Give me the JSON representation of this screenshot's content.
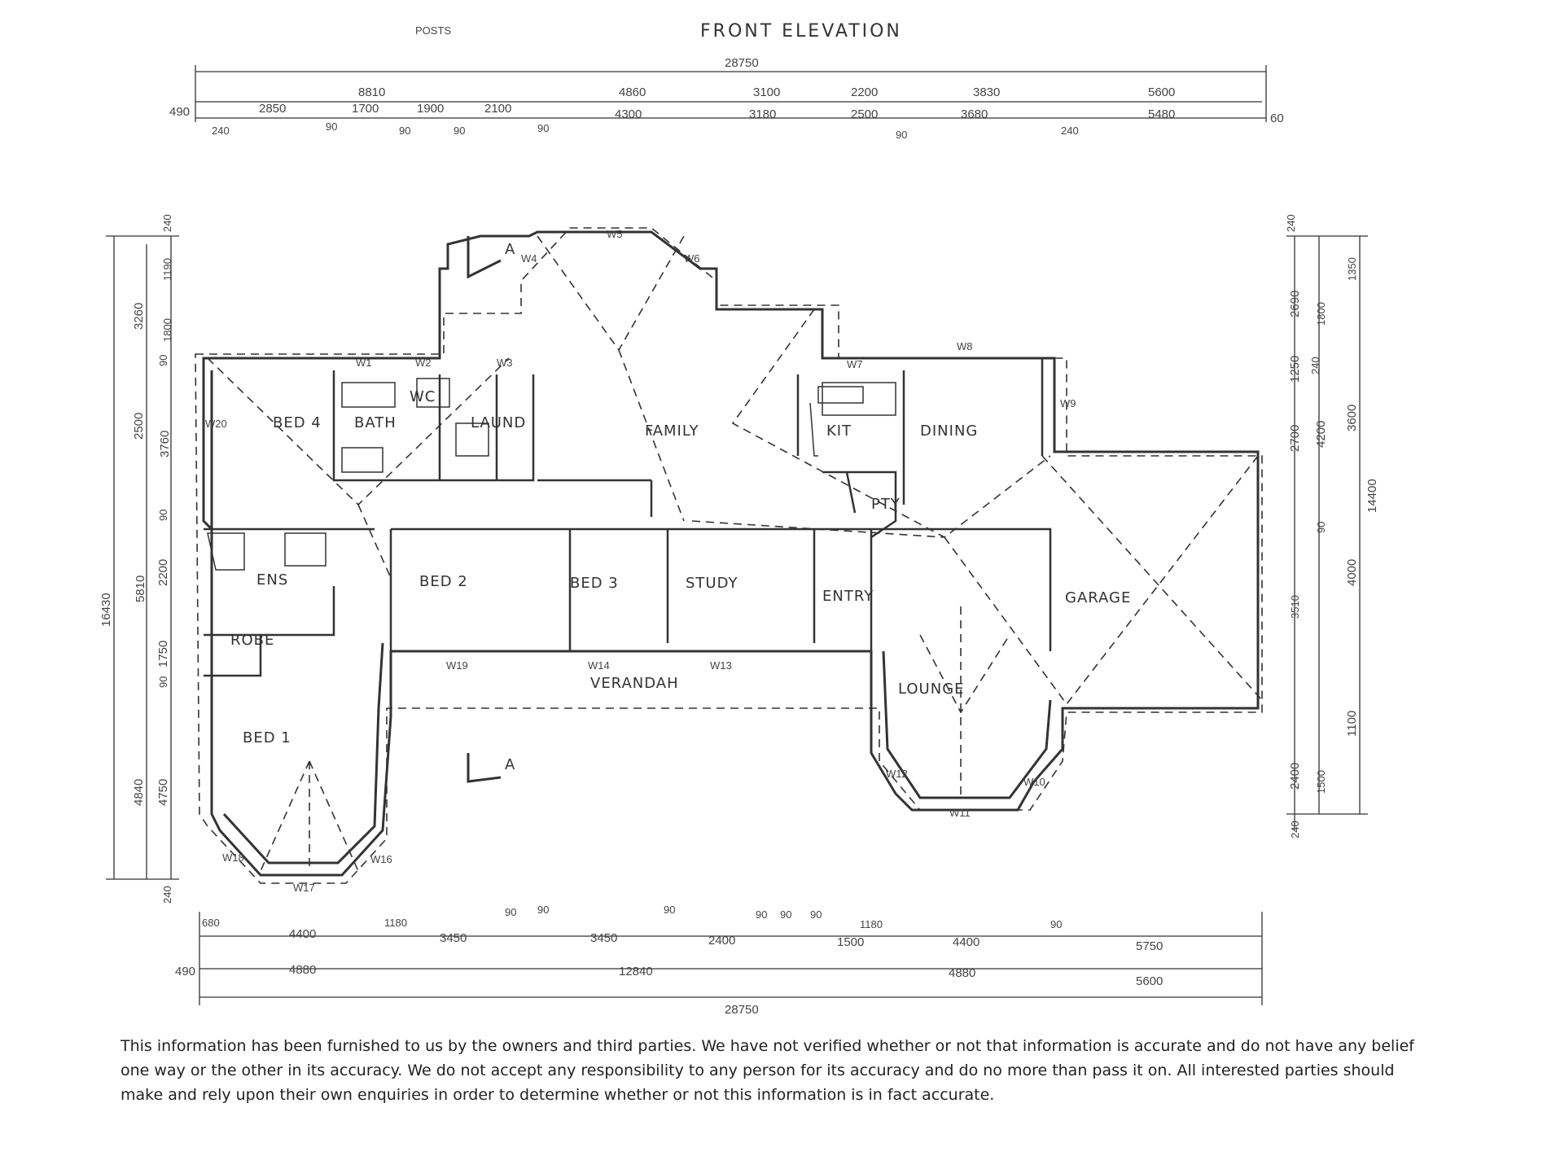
{
  "header": {
    "posts_label": "POSTS",
    "title": "FRONT ELEVATION"
  },
  "rooms": {
    "bed4": "BED 4",
    "bath": "BATH",
    "wc": "WC",
    "laund": "LAUND",
    "family": "FAMILY",
    "kit": "KIT",
    "dining": "DINING",
    "pty": "PTY",
    "ens": "ENS",
    "robe": "ROBE",
    "bed2": "BED 2",
    "bed3": "BED 3",
    "study": "STUDY",
    "entry": "ENTRY",
    "garage": "GARAGE",
    "verandah": "VERANDAH",
    "lounge": "LOUNGE",
    "bed1": "BED 1"
  },
  "windows": {
    "w1": "W1",
    "w2": "W2",
    "w3": "W3",
    "w4": "W4",
    "w5": "W5",
    "w6": "W6",
    "w7": "W7",
    "w8": "W8",
    "w9": "W9",
    "w10": "W10",
    "w11": "W11",
    "w12": "W12",
    "w13": "W13",
    "w14": "W14",
    "w16": "W16",
    "w17": "W17",
    "w18": "W18",
    "w19": "W19",
    "w20": "W20"
  },
  "section_marks": {
    "top": "A",
    "bottom": "A"
  },
  "dims_top": {
    "overall": "28750",
    "row1": [
      "8810",
      "4860",
      "3100",
      "2200",
      "3830",
      "5600"
    ],
    "row2": [
      "490",
      "2850",
      "1700",
      "1900",
      "2100",
      "4300",
      "3180",
      "2500",
      "3680",
      "5480",
      "60"
    ],
    "row3": [
      "240",
      "90",
      "90",
      "90",
      "90",
      "90",
      "240"
    ]
  },
  "dims_bottom": {
    "overall": "28750",
    "row1": [
      "4400",
      "3450",
      "3450",
      "2400",
      "1500",
      "4400",
      "5750"
    ],
    "row2": [
      "490",
      "4880",
      "12840",
      "4880",
      "5600"
    ],
    "small": [
      "680",
      "1180",
      "90",
      "90",
      "90",
      "90",
      "90",
      "90",
      "1180",
      "90"
    ]
  },
  "dims_left": {
    "overall": "16430",
    "col1": [
      "3260",
      "3760",
      "5810",
      "4840"
    ],
    "col2": [
      "2500",
      "2200",
      "1750",
      "4750"
    ],
    "small": [
      "240",
      "1190",
      "1800",
      "90",
      "90",
      "90",
      "240"
    ]
  },
  "dims_right": {
    "overall": "14400",
    "col1": [
      "2690",
      "2700",
      "1250",
      "2400"
    ],
    "col2": [
      "4200",
      "3600",
      "4000",
      "1100"
    ],
    "small": [
      "240",
      "1350",
      "240",
      "1800",
      "90",
      "3510",
      "1500",
      "240"
    ]
  },
  "disclaimer": "This information has been furnished to us by the owners and third parties.  We have not verified whether or not that information is accurate and do not have any belief one way or the other in its accuracy.  We do not accept any responsibility to any person for its accuracy and do no more than pass it on.  All interested parties should make and rely upon their own enquiries in order to determine whether or not this information is in fact accurate."
}
